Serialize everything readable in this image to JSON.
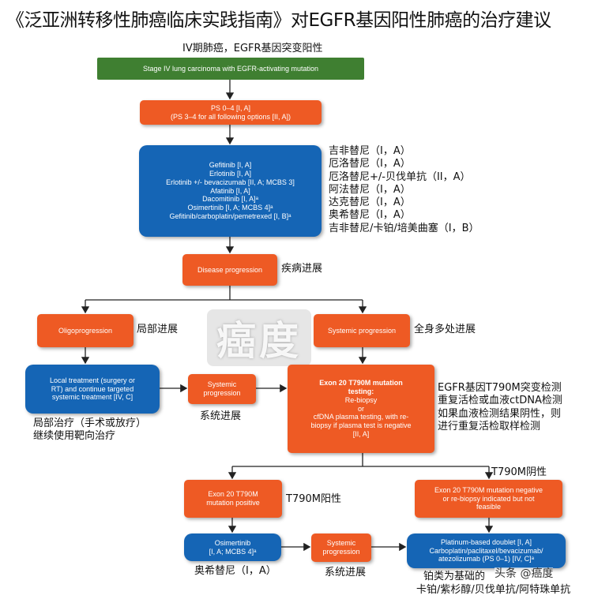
{
  "title": "《泛亚洲转移性肺癌临床实践指南》对EGFR基因阳性肺癌的治疗建议",
  "top_label": "IV期肺癌，EGFR基因突变阳性",
  "nodes": {
    "start": "Stage IV lung carcinoma with EGFR-activating mutation",
    "ps": [
      "PS 0–4 [I, A]",
      "(PS 3–4 for all following options [II, A])"
    ],
    "first_line": [
      "Gefitinib [I, A]",
      "Erlotinib [I, A]",
      "Erlotinib +/- bevacizumab [II, A; MCBS 3]",
      "Afatinib [I, A]",
      "Dacomitinib [I, A]ᵃ",
      "Osimertinib [I, A; MCBS 4]ᵃ",
      "Gefitinib/carboplatin/pemetrexed [I, B]ᵃ"
    ],
    "disease_progression": "Disease progression",
    "oligo": "Oligoprogression",
    "systemic1": "Systemic progression",
    "local_treatment": [
      "Local treatment (surgery or",
      "RT) and continue targeted",
      "systemic treatment [IV, C]"
    ],
    "systemic2": [
      "Systemic",
      "progression"
    ],
    "testing": [
      "Exon 20 T790M mutation",
      "testing:",
      "Re-biopsy",
      "or",
      "cfDNA plasma testing, with re-",
      "biopsy if plasma test is negative",
      "[II, A]"
    ],
    "positive": [
      "Exon 20 T790M",
      "mutation positive"
    ],
    "negative": [
      "Exon 20 T790M mutation negative",
      "or re-biopsy indicated but not",
      "feasible"
    ],
    "osimertinib": [
      "Osimertinib",
      "[I, A; MCBS 4]ᵃ"
    ],
    "systemic3": [
      "Systemic",
      "progression"
    ],
    "platinum": [
      "Platinum-based doublet [I, A]",
      "Carboplatin/paclitaxel/bevacizumab/",
      "atezolizumab (PS 0–1) [IV, C]ᵃ"
    ]
  },
  "annotations": {
    "first_line_zh": [
      "吉非替尼（I，A）",
      "厄洛替尼（I，A）",
      "厄洛替尼+/-贝伐单抗（II，A）",
      "阿法替尼（I，A）",
      "达克替尼（I，A）",
      "奥希替尼（I，A）",
      "吉非替尼/卡铂/培美曲塞（I，B）"
    ],
    "progression_zh": "疾病进展",
    "oligo_zh": "局部进展",
    "systemic_zh": "全身多处进展",
    "local_zh": [
      "局部治疗（手术或放疗）",
      "继续使用靶向治疗"
    ],
    "systemic2_zh": "系统进展",
    "testing_zh": [
      "EGFR基因T790M突变检测",
      "重复活检或血液ctDNA检测",
      "如果血液检测结果阴性，则",
      "进行重复活检取样检测"
    ],
    "negative_zh": "T790M阴性",
    "positive_zh": "T790M阳性",
    "osimertinib_zh": "奥希替尼（I，A）",
    "systemic3_zh": "系统进展",
    "platinum_zh": [
      "铂类为基础的",
      "卡铂/紫杉醇/贝伐单抗/阿特珠单抗"
    ]
  },
  "watermark": {
    "logo_text": "癌度",
    "credit": "头条 @癌度"
  },
  "colors": {
    "green": "#3f7f31",
    "orange": "#ee5a24",
    "blue": "#1565b5"
  }
}
